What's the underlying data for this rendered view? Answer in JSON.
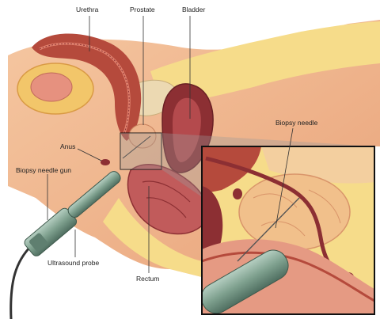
{
  "labels": {
    "urethra": "Urethra",
    "prostate": "Prostate",
    "bladder": "Bladder",
    "biopsy_needle": "Biopsy needle",
    "anus": "Anus",
    "biopsy_needle_gun": "Biopsy needle gun",
    "ultrasound_probe": "Ultrasound probe",
    "rectum": "Rectum"
  },
  "colors": {
    "skin": "#f1b88f",
    "fat": "#f6dc8a",
    "muscle": "#b54a3c",
    "tissue_dark": "#8c2f33",
    "bone": "#ecd9b2",
    "inset_border": "#111111",
    "probe": "#7ea08e",
    "label_line": "#333333"
  },
  "icons": {
    "probe": "ultrasound-probe-icon",
    "needle": "biopsy-needle-icon"
  }
}
